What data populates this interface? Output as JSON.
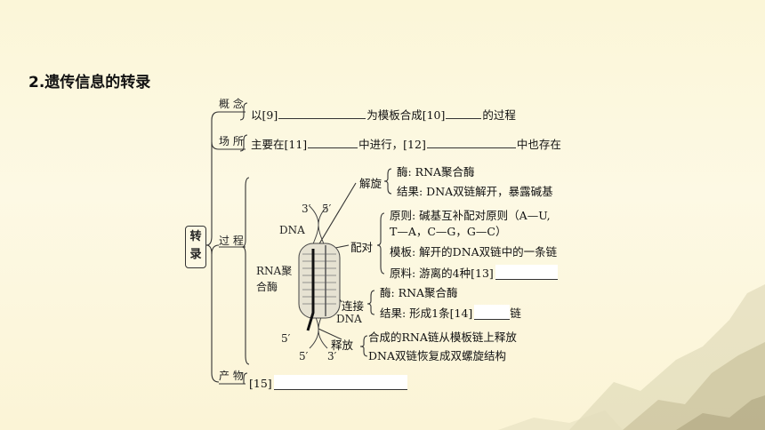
{
  "title": "2.遗传信息的转录",
  "root_label": [
    "转",
    "录"
  ],
  "concept": {
    "label": "概 念",
    "text": [
      "以[9]",
      "为模板合成[10]",
      "的过程"
    ]
  },
  "place": {
    "label": "场 所",
    "text": [
      "主要在[11]",
      "中进行，[12]",
      "中也存在"
    ]
  },
  "process": {
    "label": "过 程",
    "unwind": {
      "label": "解旋",
      "enzyme": "酶: RNA聚合酶",
      "result": "结果: DNA双链解开，暴露碱基"
    },
    "pairing": {
      "label": "配对",
      "principle_1": "原则: 碱基互补配对原则（A—U,",
      "principle_2": "T—A，C—G，G—C）",
      "template": "模板: 解开的DNA双链中的一条链",
      "material": "原料: 游离的4种[13]"
    },
    "link": {
      "label": "连接",
      "enzyme": "酶: RNA聚合酶",
      "result_1": "结果: 形成1条[14]",
      "result_2": "链"
    },
    "release": {
      "label": "释放",
      "item_1": "合成的RNA链从模板链上释放",
      "item_2": "DNA双链恢复成双螺旋结构"
    }
  },
  "product": {
    "label": "产 物",
    "text": "[15]"
  },
  "diagram": {
    "dna_top": "DNA",
    "prime_3_top": "3′",
    "prime_5_top": "5′",
    "rna_polymerase": [
      "RNA聚",
      "合酶"
    ],
    "dna_bottom": "DNA",
    "prime_5_left": "5′",
    "prime_5_bottom": "5′",
    "prime_3_bottom": "3′"
  }
}
